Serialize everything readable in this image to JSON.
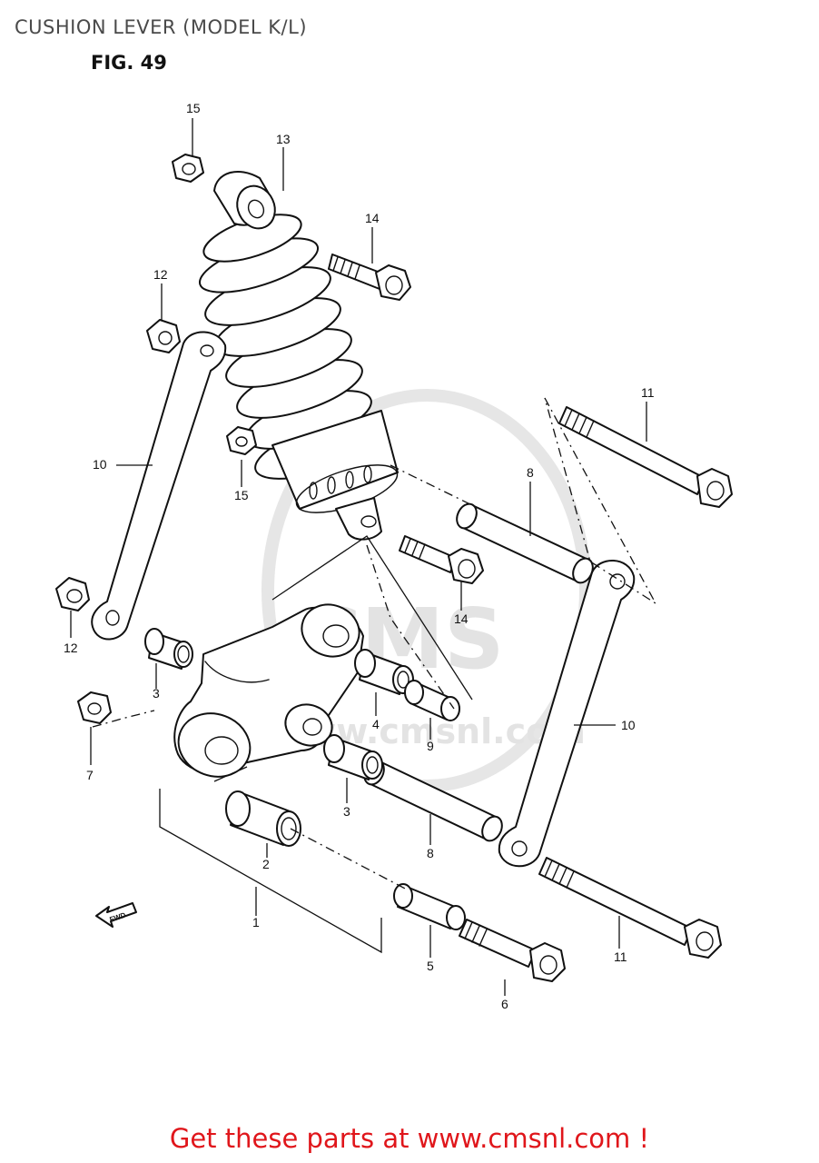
{
  "header": {
    "title": "CUSHION LEVER (MODEL K/L)",
    "figure": "FIG. 49"
  },
  "watermark": {
    "brand": "CMS",
    "url": "www.cmsnl.com"
  },
  "direction_label": "FWD",
  "callouts": {
    "c1": "1",
    "c2": "2",
    "c3a": "3",
    "c3b": "3",
    "c4": "4",
    "c5": "5",
    "c6": "6",
    "c7": "7",
    "c8a": "8",
    "c8b": "8",
    "c9": "9",
    "c10a": "10",
    "c10b": "10",
    "c11a": "11",
    "c11b": "11",
    "c12a": "12",
    "c12b": "12",
    "c13": "13",
    "c14a": "14",
    "c14b": "14",
    "c15a": "15",
    "c15b": "15"
  },
  "footer": {
    "text": "Get these parts at www.cmsnl.com !"
  }
}
